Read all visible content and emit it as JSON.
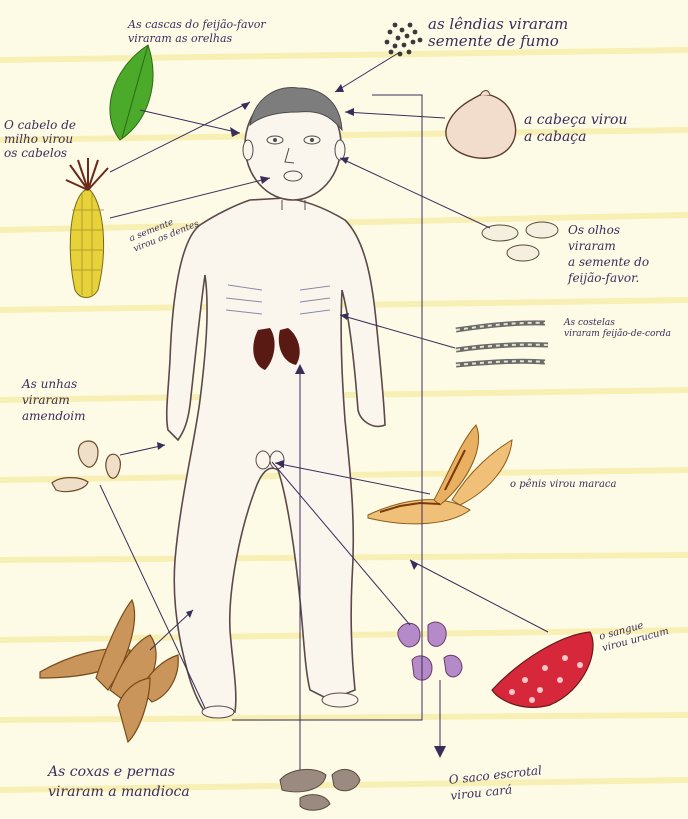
{
  "labels": {
    "fava_husks": "As cascas do feijão-favor\nviraram as orelhas",
    "nits": "as lêndias viraram\nsemente de fumo",
    "corn_hair": "O cabelo de\nmilho virou\nos cabelos",
    "corn_seed": "a semente\nvirou os dentes",
    "head": "a cabeça virou\na cabaça",
    "eyes": "Os olhos\nviraram\na semente do\nfeijão-favor.",
    "ribs": "As costelas\nviraram feijão-de-corda",
    "nails": "As unhas\nviraram\namendoim",
    "penis": "o pênis virou maraca",
    "blood": "o sangue\nvirou urucum",
    "thighs": "As coxas e pernas\nviraram a mandioca",
    "scrotum": "O saco escrotal\nvirou cará"
  },
  "colors": {
    "paper": "#fdfbe6",
    "ink": "#3b2d5a",
    "leaf": "#4caa2a",
    "corn": "#e8d23a",
    "urucum": "#d6283a",
    "cara": "#b58ac8",
    "manioc": "#c9955a",
    "gourd": "#f2dccb"
  }
}
